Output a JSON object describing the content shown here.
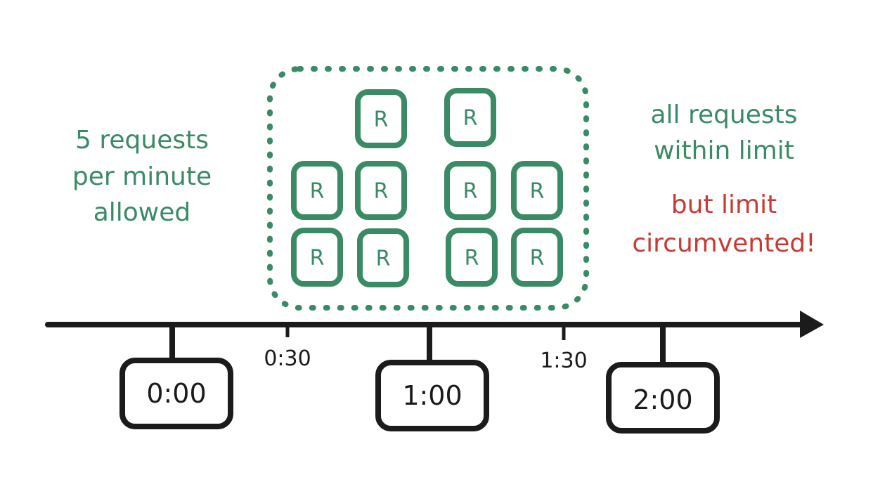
{
  "colors": {
    "green": "#3a8a66",
    "red": "#c93a34",
    "ink": "#1b1b1b"
  },
  "left_note": {
    "lines": [
      "5 requests",
      "per minute",
      "allowed"
    ]
  },
  "right_note": {
    "green_lines": [
      "all requests",
      "within limit"
    ],
    "red_lines": [
      "but limit",
      "circumvented!"
    ]
  },
  "request_letter": "R",
  "timeline": {
    "major_labels": [
      "0:00",
      "1:00",
      "2:00"
    ],
    "minor_labels": [
      "0:30",
      "1:30"
    ]
  }
}
